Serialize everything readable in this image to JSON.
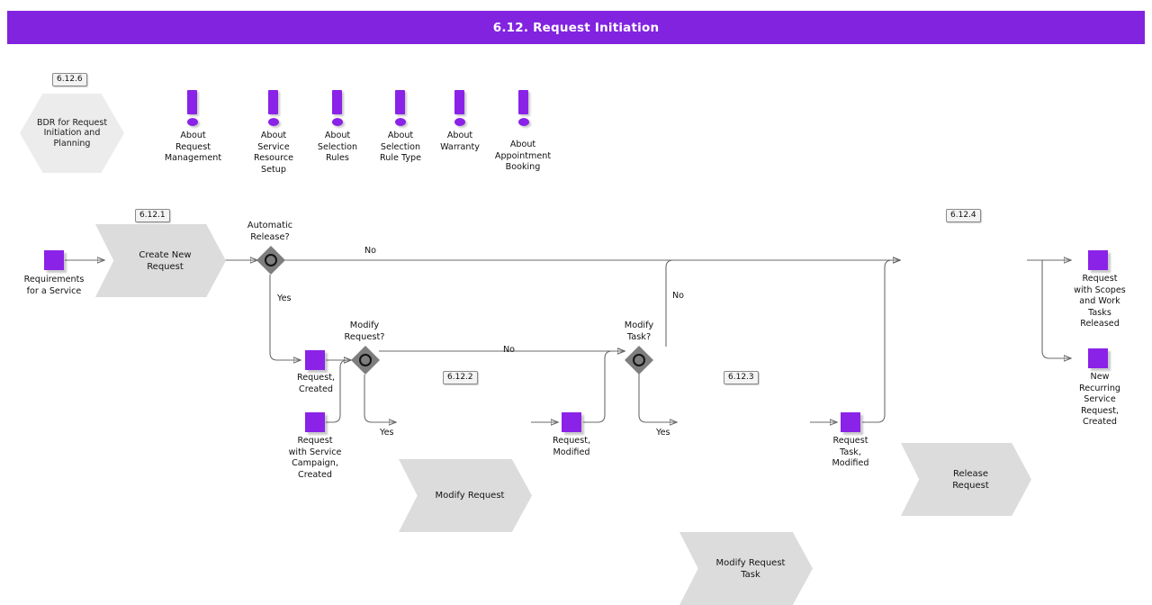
{
  "header": {
    "title": "6.12. Request Initiation",
    "accent_color": "#8223E0",
    "title_color": "#ffffff"
  },
  "palette": {
    "purple": "#8B22E8",
    "process_fill": "#DCDCDC",
    "hex_fill": "#ECECEC",
    "decision_fill": "#7E7E7E",
    "wire": "#6b6b6b",
    "text": "#111111"
  },
  "reference_node": {
    "badge": "6.12.6",
    "label": "BDR for Request\nInitiation and\nPlanning",
    "icon": "hexagon-shape"
  },
  "about_links": [
    {
      "icon": "exclamation-icon",
      "label": "About\nRequest\nManagement"
    },
    {
      "icon": "exclamation-icon",
      "label": "About\nService\nResource\nSetup"
    },
    {
      "icon": "exclamation-icon",
      "label": "About\nSelection\nRules"
    },
    {
      "icon": "exclamation-icon",
      "label": "About\nSelection\nRule Type"
    },
    {
      "icon": "exclamation-icon",
      "label": "About\nWarranty"
    },
    {
      "icon": "exclamation-icon",
      "label": "About\nAppointment\nBooking"
    }
  ],
  "flow": {
    "start": {
      "icon": "data-square",
      "label": "Requirements\nfor a Service"
    },
    "processes": [
      {
        "badge": "6.12.1",
        "label": "Create New\nRequest"
      },
      {
        "badge": "6.12.2",
        "label": "Modify Request"
      },
      {
        "badge": "6.12.3",
        "label": "Modify Request\nTask"
      },
      {
        "badge": "6.12.4",
        "label": "Release\nRequest"
      }
    ],
    "decisions": [
      {
        "label": "Automatic\nRelease?",
        "icon": "decision-diamond"
      },
      {
        "label": "Modify\nRequest?",
        "icon": "decision-diamond"
      },
      {
        "label": "Modify\nTask?",
        "icon": "decision-diamond"
      }
    ],
    "data_objects": [
      {
        "icon": "data-square",
        "label": "Request,\nCreated"
      },
      {
        "icon": "data-square",
        "label": "Request\nwith Service\nCampaign,\nCreated"
      },
      {
        "icon": "data-square",
        "label": "Request,\nModified"
      },
      {
        "icon": "data-square",
        "label": "Request\nTask,\nModified"
      },
      {
        "icon": "data-square",
        "label": "Request\nwith Scopes\nand Work\nTasks\nReleased"
      },
      {
        "icon": "data-square",
        "label": "New\nRecurring\nService\nRequest,\nCreated"
      }
    ],
    "edge_labels": {
      "auto_release_no": "No",
      "auto_release_yes": "Yes",
      "modify_request_no": "No",
      "modify_request_yes": "Yes",
      "modify_task_no": "No",
      "modify_task_yes": "Yes"
    }
  }
}
